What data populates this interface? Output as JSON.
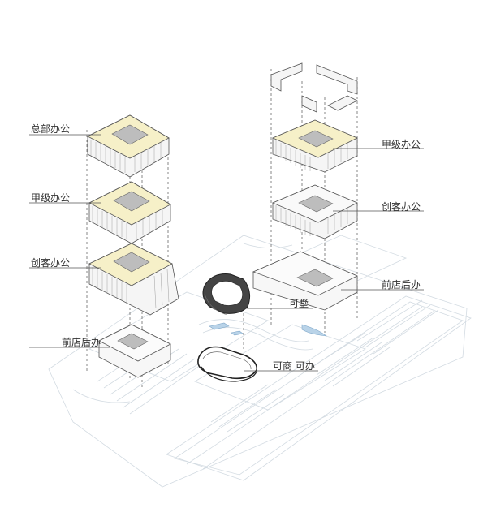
{
  "diagram": {
    "labels": {
      "hq_office": "总部办公",
      "grade_a_office_left": "甲级办公",
      "maker_office_left": "创客办公",
      "front_shop_left": "前店后办",
      "villa_tower": "可墅",
      "commercial_office": "可商  可办",
      "grade_a_office_right": "甲级办公",
      "maker_office_right": "创客办公",
      "front_shop_right": "前店后办"
    },
    "colors": {
      "line": "#555555",
      "light_line": "#c9d2da",
      "site_line": "#d5dde4",
      "floor_fill": "#f6f0c8",
      "core_fill": "#bdbdbd",
      "facade_fill": "#f4f4f4",
      "dark_shell": "#3a3a3a"
    }
  }
}
